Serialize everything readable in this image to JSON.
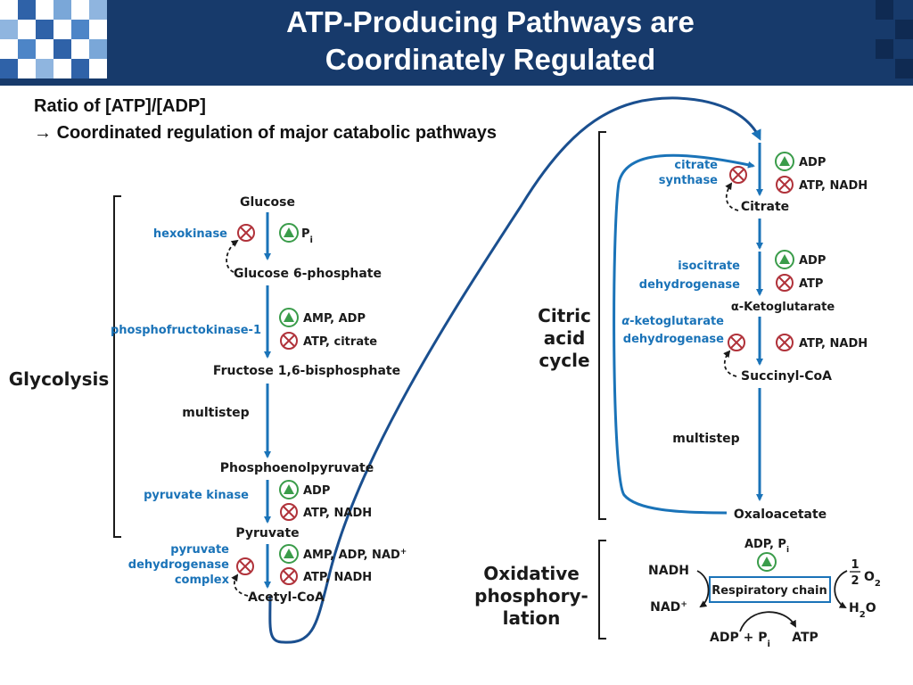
{
  "slide": {
    "title_line1": "ATP-Producing Pathways are",
    "title_line2": "Coordinately Regulated",
    "ratio_heading": "Ratio of [ATP]/[ADP]",
    "ratio_arrow": "→",
    "ratio_sub": "Coordinated regulation of major catabolic pathways"
  },
  "colors": {
    "header": "#173a6b",
    "accent": "#1a73b8",
    "activator": "#3a9c4a",
    "inhibitor": "#b0323a"
  },
  "glycolysis": {
    "section_label": "Glycolysis",
    "glucose": "Glucose",
    "hexokinase": "hexokinase",
    "pi_main": "P",
    "pi_sub": "i",
    "g6p": "Glucose 6-phosphate",
    "pfk": "phosphofructokinase-1",
    "pfk_act": "AMP, ADP",
    "pfk_inh": "ATP, citrate",
    "f16bp": "Fructose 1,6-bisphosphate",
    "multistep": "multistep",
    "pep": "Phosphoenolpyruvate",
    "pk": "pyruvate kinase",
    "pk_act": "ADP",
    "pk_inh": "ATP, NADH",
    "pyruvate": "Pyruvate",
    "pdh_1": "pyruvate",
    "pdh_2": "dehydrogenase",
    "pdh_3": "complex",
    "pdh_act": "AMP, ADP, NAD",
    "pdh_act_sup": "+",
    "pdh_inh": "ATP, NADH",
    "acetyl_coa": "Acetyl-CoA"
  },
  "citric_acid_cycle": {
    "section_line1": "Citric",
    "section_line2": "acid",
    "section_line3": "cycle",
    "cs_1": "citrate",
    "cs_2": "synthase",
    "cs_act": "ADP",
    "cs_inh": "ATP, NADH",
    "citrate": "Citrate",
    "idh_1": "isocitrate",
    "idh_2": "dehydrogenase",
    "idh_act": "ADP",
    "idh_inh": "ATP",
    "akg": "α-Ketoglutarate",
    "akgdh_1_greek": "α",
    "akgdh_1_rest": "-ketoglutarate",
    "akgdh_2": "dehydrogenase",
    "akgdh_inh": "ATP, NADH",
    "succinyl_coa": "Succinyl-CoA",
    "multistep": "multistep",
    "oxaloacetate": "Oxaloacetate"
  },
  "oxphos": {
    "section_line1": "Oxidative",
    "section_line2": "phosphory-",
    "section_line3": "lation",
    "adp_pi_top": "ADP, P",
    "adp_pi_top_sub": "i",
    "nadh": "NADH",
    "nad_plus": "NAD",
    "nad_plus_sup": "+",
    "respiratory_chain": "Respiratory chain",
    "half_num": "1",
    "half_den": "2",
    "o2": "O",
    "o2_sub": "2",
    "h2o_h": "H",
    "h2o_sub": "2",
    "h2o_o": "O",
    "adp_pi_bottom": "ADP + P",
    "adp_pi_bottom_sub": "i",
    "atp": "ATP"
  }
}
